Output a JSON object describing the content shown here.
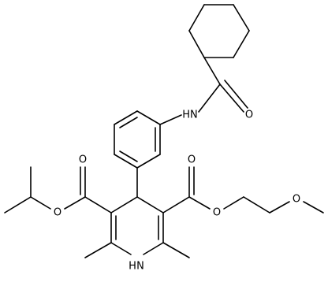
{
  "structure": {
    "atom_labels": {
      "amide_nh": "HN",
      "amide_o": "O",
      "ester_left_o_carbonyl": "O",
      "ester_left_o_ether": "O",
      "ester_right_o_carbonyl": "O",
      "ester_right_o_ether": "O",
      "methoxy_o": "O",
      "ring_nh": "H",
      "ring_n": "N"
    }
  }
}
